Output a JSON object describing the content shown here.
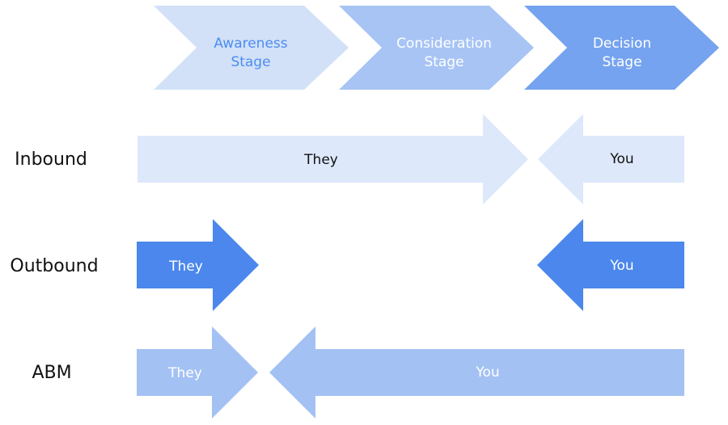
{
  "stages": [
    {
      "line1": "Awareness",
      "line2": "Stage"
    },
    {
      "line1": "Consideration",
      "line2": "Stage"
    },
    {
      "line1": "Decision",
      "line2": "Stage"
    }
  ],
  "rows": [
    {
      "label": "Inbound",
      "they": "They",
      "you": "You"
    },
    {
      "label": "Outbound",
      "they": "They",
      "you": "You"
    },
    {
      "label": "ABM",
      "they": "They",
      "you": "You"
    }
  ],
  "colors": {
    "stage1": "#d2e1f8",
    "stage2": "#a7c4f4",
    "stage3": "#75a3ef",
    "stage1_text": "#4d8cf0",
    "inbound": "#dde8fb",
    "outbound": "#4b87ec",
    "abm": "#a4c1f3",
    "dark_text": "#111111",
    "light_text": "#ffffff"
  }
}
